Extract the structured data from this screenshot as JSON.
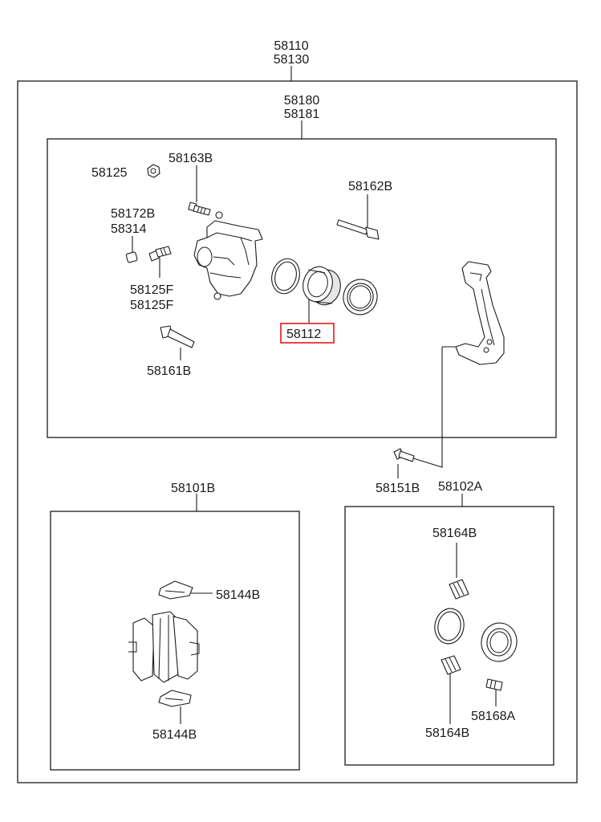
{
  "labels": {
    "assy_a": "58110",
    "assy_b": "58130",
    "caliper_a": "58180",
    "caliper_b": "58181",
    "nut": "58125",
    "bleeder_bolt": "58163B",
    "guide_pin": "58162B",
    "cap_a": "58172B",
    "cap_b": "58314",
    "bleeder_a": "58125F",
    "bleeder_b": "58125F",
    "piston": "58112",
    "pin_bolt": "58161B",
    "bolt": "58151B",
    "carrier": "58102A",
    "pad_kit": "58101B",
    "clip_top": "58144B",
    "clip_bottom": "58144B",
    "boot_top": "58164B",
    "boot_bottom": "58164B",
    "bushing": "58168A"
  },
  "highlight": {
    "part": "58112",
    "color": "#e0191b"
  }
}
